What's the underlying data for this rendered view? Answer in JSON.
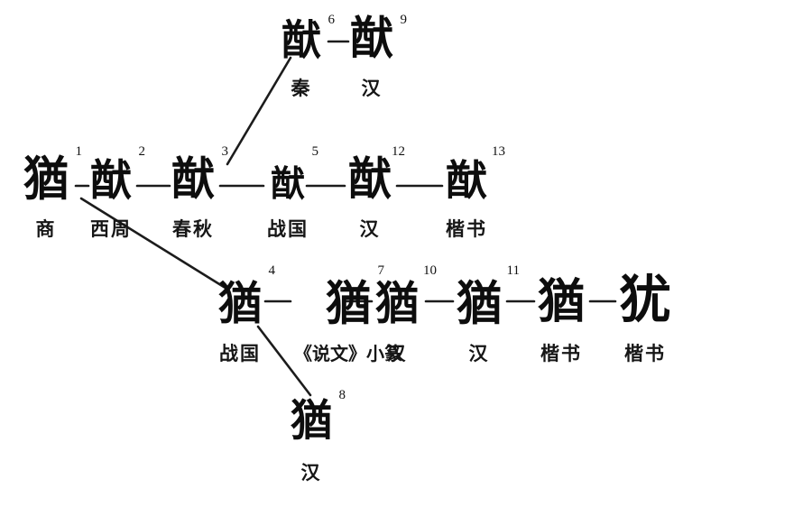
{
  "figure": {
    "nodes": [
      {
        "glyph": "猶",
        "num": "1",
        "era": "商"
      },
      {
        "glyph": "猷",
        "num": "2",
        "era": "西周"
      },
      {
        "glyph": "猷",
        "num": "3",
        "era": "春秋"
      },
      {
        "glyph": "猷",
        "num": "5",
        "era": "战国"
      },
      {
        "glyph": "猷",
        "num": "12",
        "era": "汉"
      },
      {
        "glyph": "猷",
        "num": "13",
        "era": "楷书"
      },
      {
        "glyph": "猷",
        "num": "6",
        "era": "秦"
      },
      {
        "glyph": "猷",
        "num": "9",
        "era": "汉"
      },
      {
        "glyph": "猶",
        "num": "4",
        "era": "战国"
      },
      {
        "glyph": "猶",
        "num": "7",
        "era": "《说文》小篆"
      },
      {
        "glyph": "猶",
        "num": "10",
        "era": "汉"
      },
      {
        "glyph": "猶",
        "num": "11",
        "era": "汉"
      },
      {
        "glyph": "猶",
        "num": "",
        "era": "楷书"
      },
      {
        "glyph": "犹",
        "num": "",
        "era": "楷书"
      },
      {
        "glyph": "猶",
        "num": "8",
        "era": "汉"
      }
    ]
  }
}
